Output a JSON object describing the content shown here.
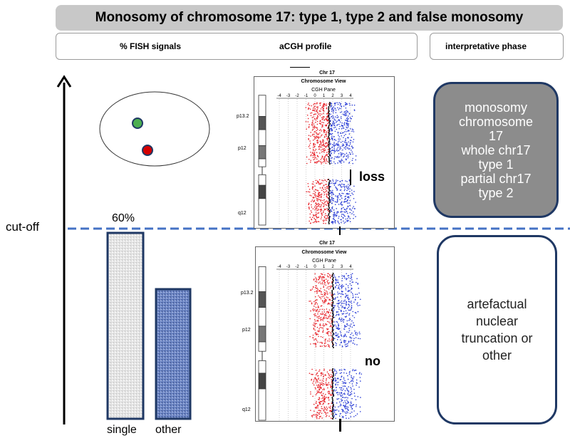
{
  "title": "Monosomy of chromosome 17: type 1, type 2 and false monosomy",
  "header": {
    "fish_label": "% FISH signals",
    "acgh_label": "aCGH profile",
    "interp_label": "interpretative phase"
  },
  "axis": {
    "cutoff_label": "cut-off",
    "threshold_label": "60%"
  },
  "cell": {
    "signal_colors": [
      "#4caf50",
      "#d50000"
    ]
  },
  "bars": [
    {
      "label": "single"
    },
    {
      "label": "other"
    }
  ],
  "acgh_top": {
    "chr_label": "Chr 17",
    "view_label": "Chromosome View",
    "pane_label": "CGH Pane",
    "scale": [
      "-4",
      "-3",
      "-2",
      "-1",
      "0",
      "1",
      "2",
      "3",
      "4"
    ],
    "bands": [
      "p13.2",
      "p12",
      "q12"
    ],
    "call_label": "loss"
  },
  "acgh_bottom": {
    "chr_label": "Chr 17",
    "view_label": "Chromosome View",
    "pane_label": "CGH Pane",
    "scale": [
      "-4",
      "-3",
      "-2",
      "-1",
      "0",
      "1",
      "2",
      "3",
      "4"
    ],
    "bands": [
      "p13.2",
      "p12",
      "q12"
    ],
    "call_label": "no"
  },
  "interpretation_top": [
    "monosomy",
    "chromosome",
    "17",
    "whole chr17",
    "type 1",
    "partial chr17",
    "type 2"
  ],
  "interpretation_bottom": [
    "artefactual",
    "nuclear",
    "truncation or",
    "other"
  ],
  "colors": {
    "accent_blue": "#4472c4",
    "dark_navy": "#1f3864",
    "gray_box": "#8c8c8c",
    "signal_red": "#e8232a",
    "signal_blue": "#2b3ed6"
  }
}
